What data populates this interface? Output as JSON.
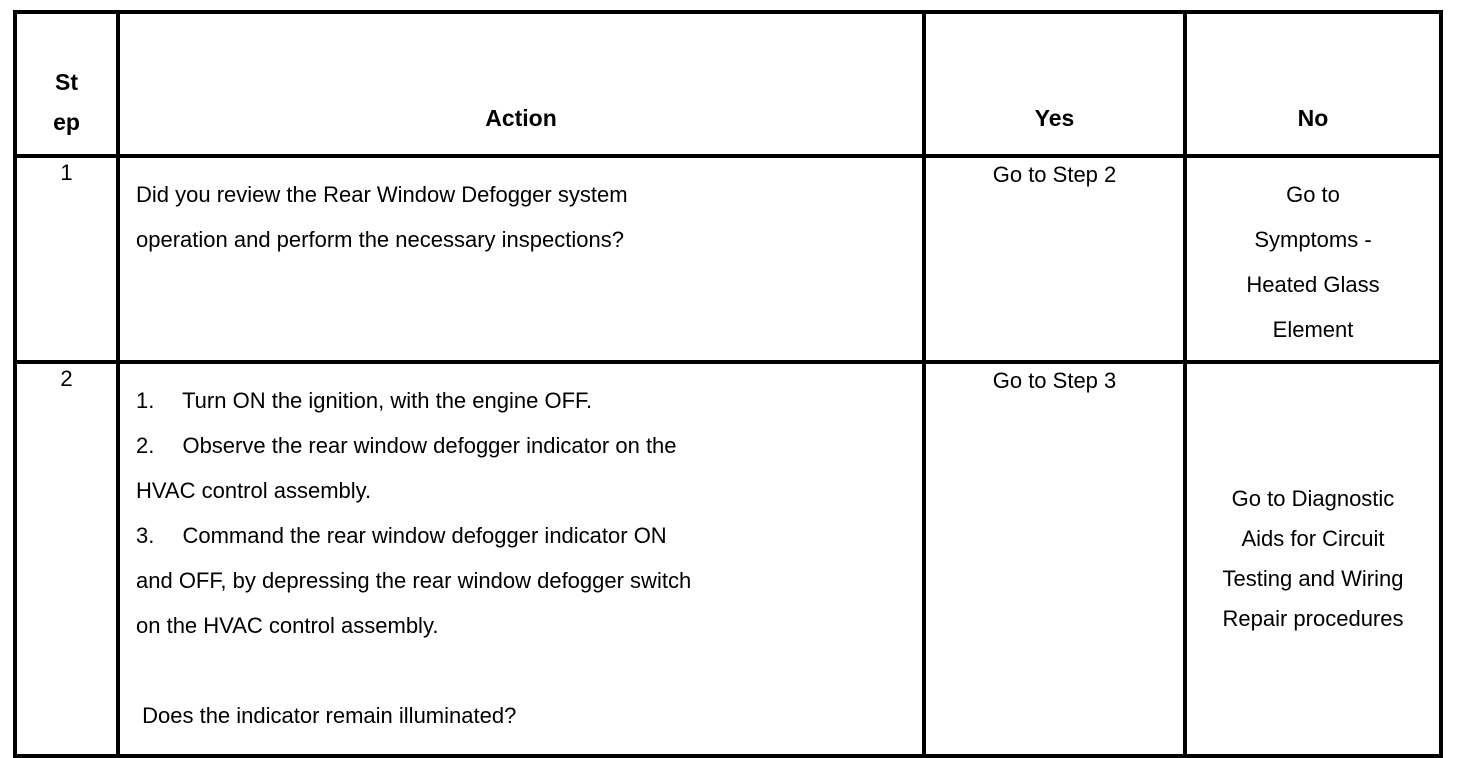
{
  "table": {
    "headers": {
      "step_line1": "St",
      "step_line2": "ep",
      "action": "Action",
      "yes": "Yes",
      "no": "No"
    },
    "rows": [
      {
        "step": "1",
        "action_lines": [
          "Did you review the Rear Window Defogger system",
          "operation and perform the necessary inspections?"
        ],
        "yes": "Go to Step 2",
        "no_lines": [
          "Go to",
          "Symptoms -",
          "Heated Glass",
          "Element"
        ]
      },
      {
        "step": "2",
        "action_lines": [
          "1.  Turn ON the ignition, with the engine OFF.",
          "2.  Observe the rear window defogger indicator on the",
          "HVAC control assembly.",
          "3.  Command the rear window defogger indicator ON",
          "and OFF, by depressing the rear window defogger switch",
          "on the HVAC control assembly.",
          "",
          " Does the indicator remain illuminated?"
        ],
        "yes": "Go to Step 3",
        "no_lines": [
          "Go to Diagnostic",
          "Aids for Circuit",
          "Testing and Wiring",
          "Repair procedures"
        ]
      }
    ]
  },
  "style": {
    "border_color": "#000000",
    "text_color": "#000000",
    "background": "#ffffff"
  }
}
